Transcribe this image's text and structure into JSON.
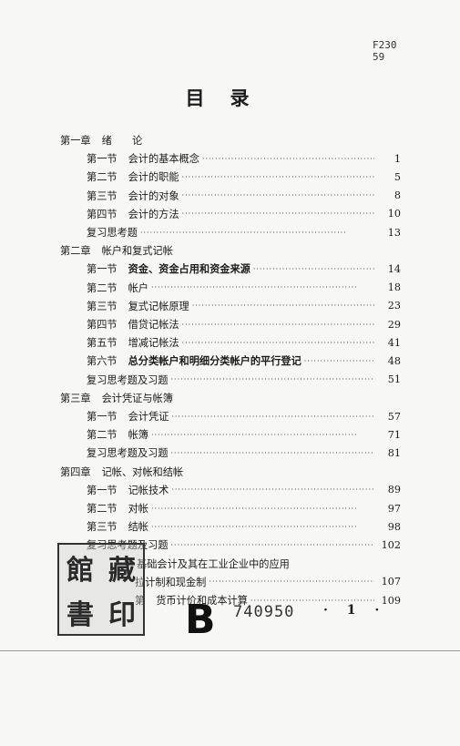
{
  "call_number": [
    "F230",
    "59"
  ],
  "title": "目录",
  "toc": [
    {
      "type": "chapter",
      "label": "第一章",
      "title": "绪　　论"
    },
    {
      "type": "section",
      "label": "第一节",
      "title": "会计的基本概念",
      "page": "1"
    },
    {
      "type": "section",
      "label": "第二节",
      "title": "会计的职能",
      "page": "5"
    },
    {
      "type": "section",
      "label": "第三节",
      "title": "会计的对象",
      "page": "8"
    },
    {
      "type": "section",
      "label": "第四节",
      "title": "会计的方法",
      "page": "10"
    },
    {
      "type": "review",
      "label": "",
      "title": "复习思考题",
      "page": "13"
    },
    {
      "type": "chapter",
      "label": "第二章",
      "title": "帐户和复式记帐"
    },
    {
      "type": "section",
      "label": "第一节",
      "title": "资金、资金占用和资金来源",
      "page": "14",
      "bold": true
    },
    {
      "type": "section",
      "label": "第二节",
      "title": "帐户",
      "page": "18"
    },
    {
      "type": "section",
      "label": "第三节",
      "title": "复式记帐原理",
      "page": "23"
    },
    {
      "type": "section",
      "label": "第四节",
      "title": "借贷记帐法",
      "page": "29"
    },
    {
      "type": "section",
      "label": "第五节",
      "title": "增减记帐法",
      "page": "41"
    },
    {
      "type": "section",
      "label": "第六节",
      "title": "总分类帐户和明细分类帐户的平行登记",
      "page": "48",
      "bold": true
    },
    {
      "type": "review",
      "label": "",
      "title": "复习思考题及习题",
      "page": "51"
    },
    {
      "type": "chapter",
      "label": "第三章",
      "title": "会计凭证与帐簿"
    },
    {
      "type": "section",
      "label": "第一节",
      "title": "会计凭证",
      "page": "57"
    },
    {
      "type": "section",
      "label": "第二节",
      "title": "帐簿",
      "page": "71"
    },
    {
      "type": "review",
      "label": "",
      "title": "复习思考题及习题",
      "page": "81"
    },
    {
      "type": "chapter",
      "label": "第四章",
      "title": "记帐、对帐和结帐"
    },
    {
      "type": "section",
      "label": "第一节",
      "title": "记帐技术",
      "page": "89"
    },
    {
      "type": "section",
      "label": "第二节",
      "title": "对帐",
      "page": "97"
    },
    {
      "type": "section",
      "label": "第三节",
      "title": "结帐",
      "page": "98"
    },
    {
      "type": "review",
      "label": "",
      "title": "复习思考题及习题",
      "page": "102"
    },
    {
      "type": "chapter",
      "label": "",
      "title": "基础会计及其在工业企业中的应用",
      "indent": true
    },
    {
      "type": "section",
      "label": "",
      "title": "拉计制和现金制",
      "page": "107",
      "indent": true
    },
    {
      "type": "section",
      "label": "第",
      "title": "货币计价和成本计算",
      "page": "109",
      "indent": true
    }
  ],
  "stamp_chars": [
    "館",
    "藏",
    "書",
    "印"
  ],
  "stamp_b": "B",
  "stamp_number": "740950",
  "page_number": "· 1 ·",
  "leader": "································································"
}
